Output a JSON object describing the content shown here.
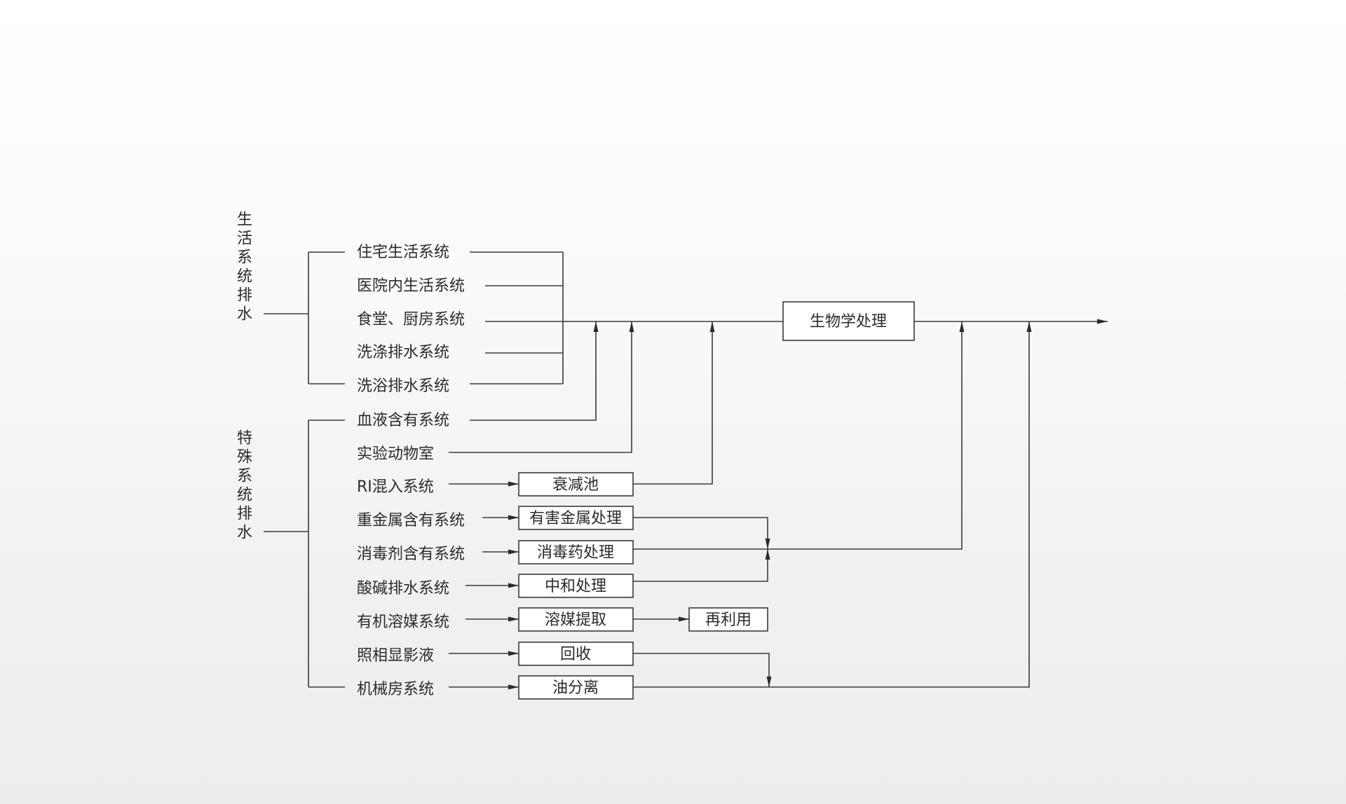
{
  "groups": {
    "living": "生活系统排水",
    "special": "特殊系统排水"
  },
  "sources": {
    "residential": "住宅生活系统",
    "hospital_living": "医院内生活系统",
    "canteen_kitchen": "食堂、厨房系统",
    "washing": "洗涤排水系统",
    "bathing": "洗浴排水系统",
    "blood": "血液含有系统",
    "lab_animal": "实验动物室",
    "ri": "RI混入系统",
    "heavy_metal": "重金属含有系统",
    "disinfectant": "消毒剂含有系统",
    "acid_alkali": "酸碱排水系统",
    "organic_solvent": "有机溶媒系统",
    "photo_developer": "照相显影液",
    "machine_room": "机械房系统"
  },
  "processes": {
    "biological": "生物学处理",
    "decay_tank": "衰减池",
    "harmful_metal": "有害金属处理",
    "disinfectant_treat": "消毒药处理",
    "neutralize": "中和处理",
    "solvent_extract": "溶媒提取",
    "reuse": "再利用",
    "recovery": "回收",
    "oil_separation": "油分离"
  }
}
